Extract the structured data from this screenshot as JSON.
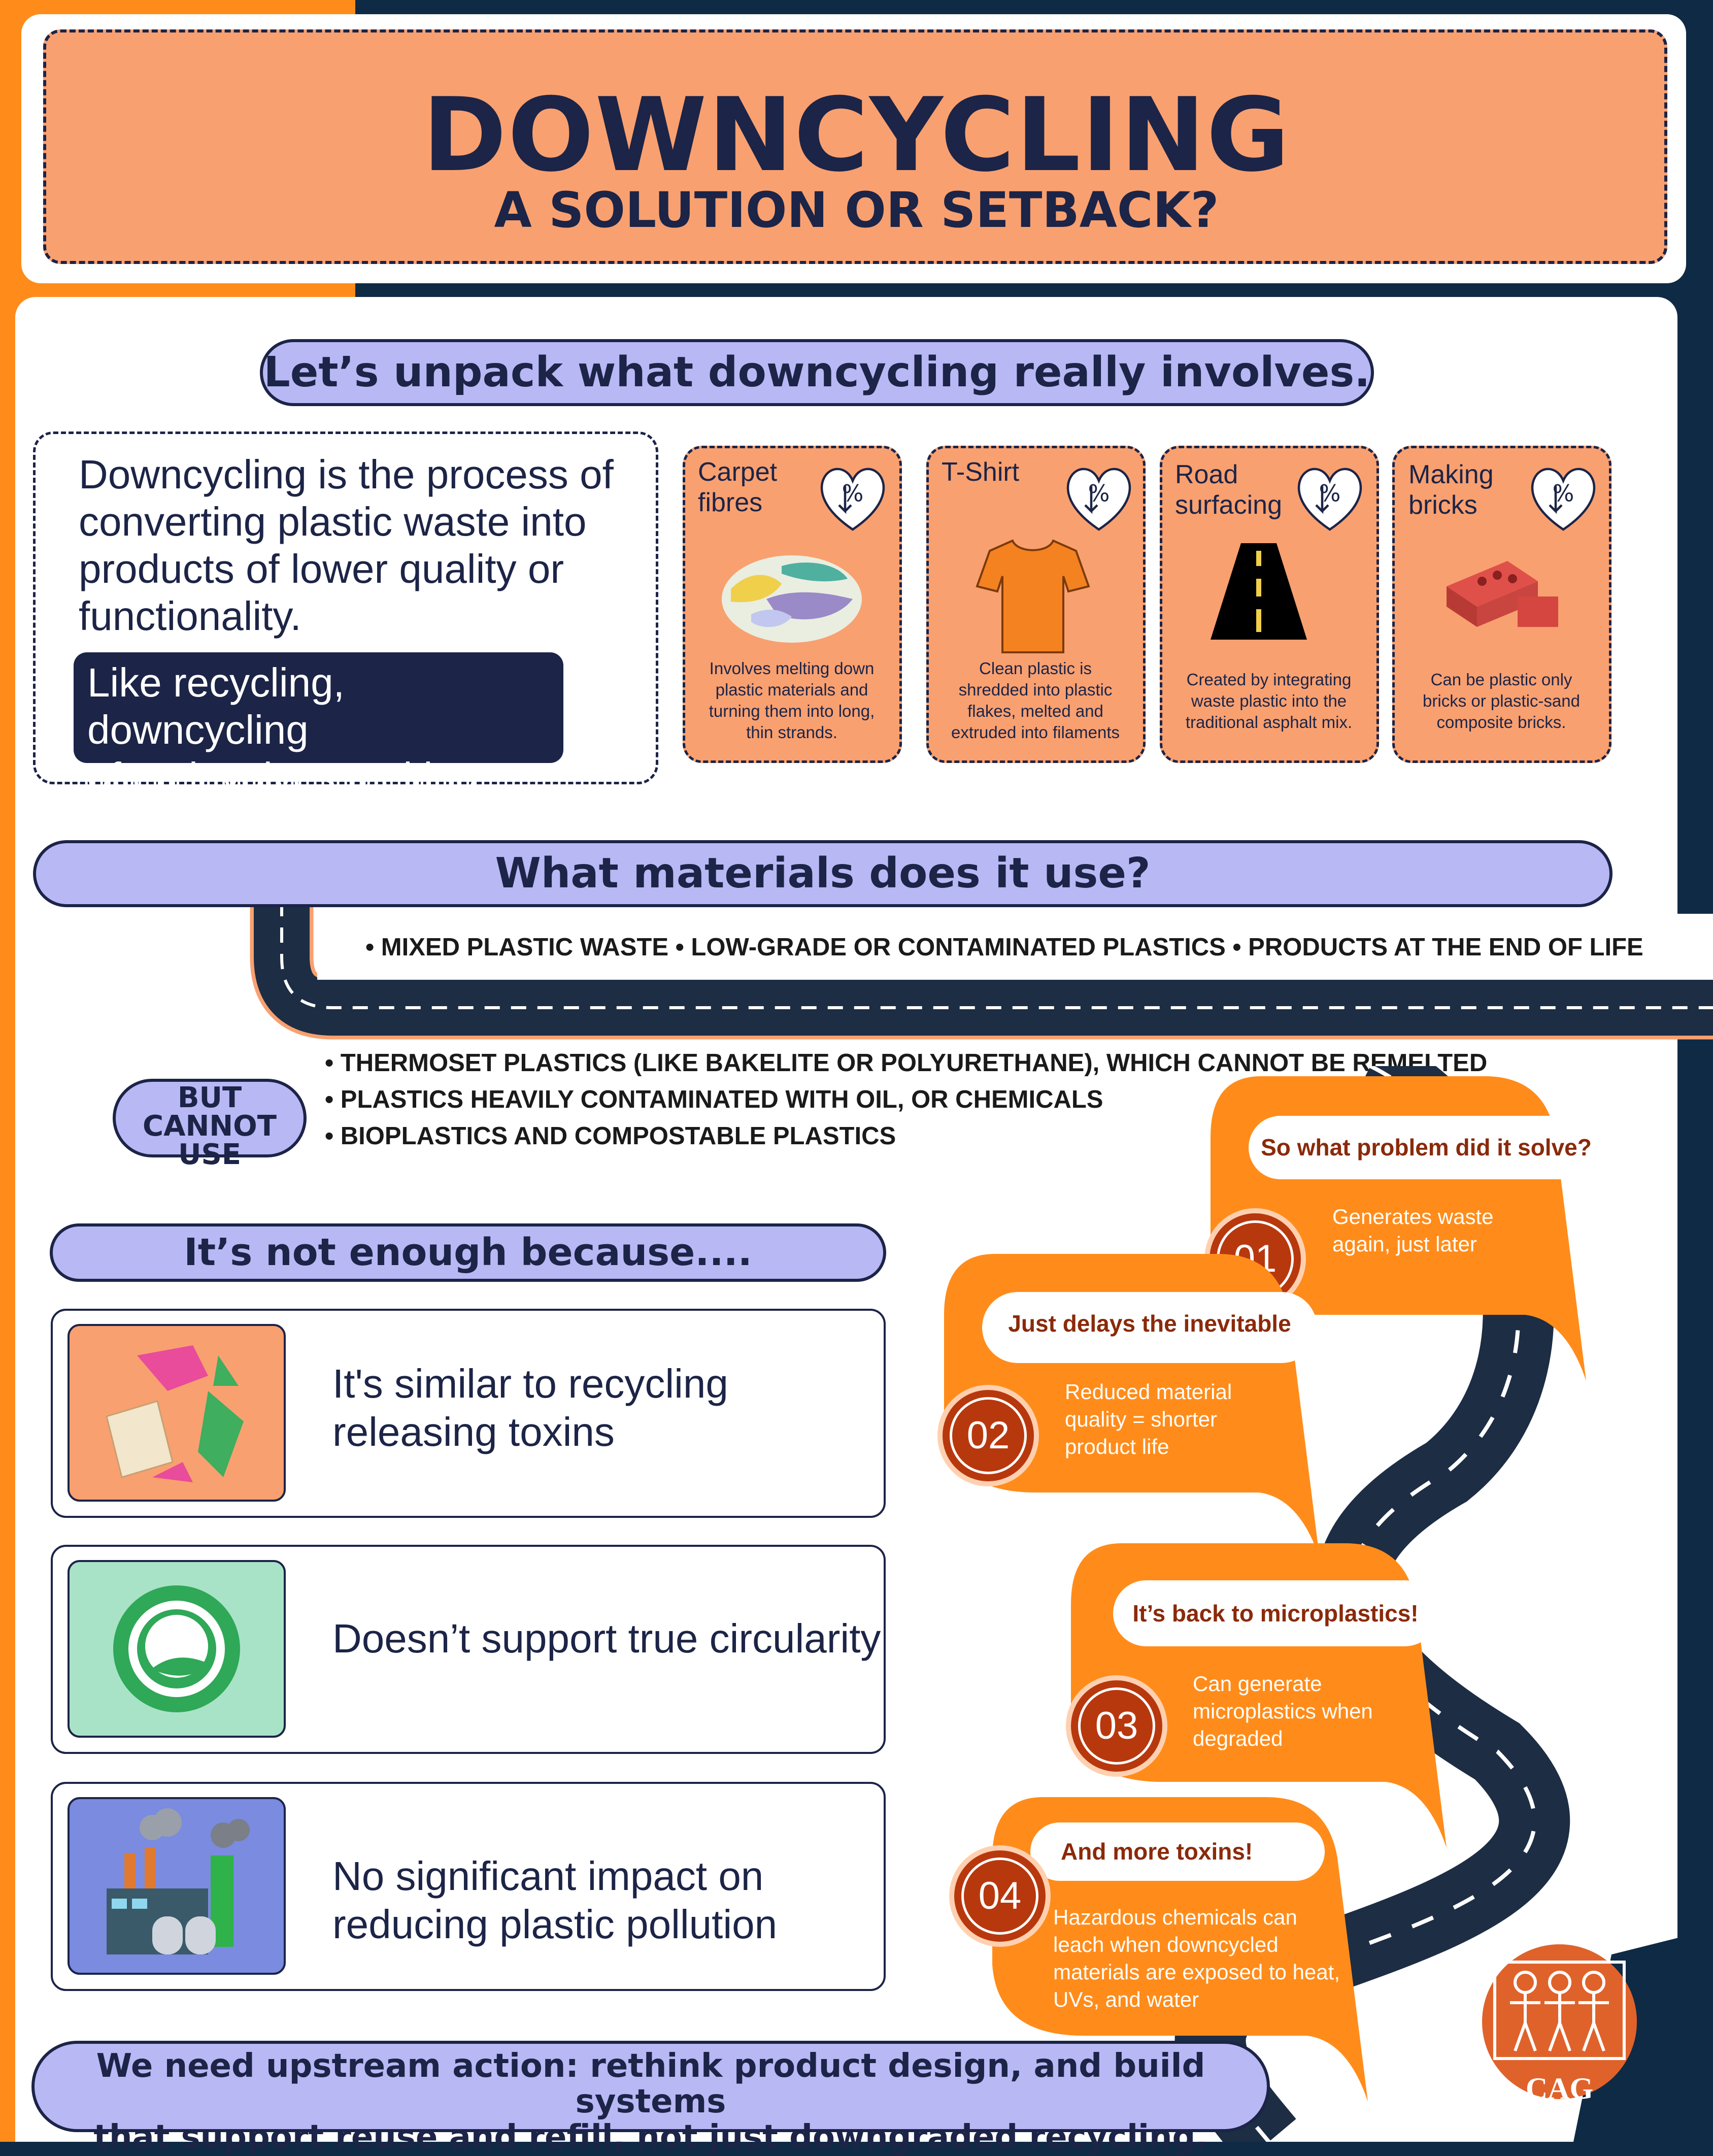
{
  "header": {
    "title": "DOWNCYCLING",
    "subtitle": "A SOLUTION OR SETBACK?"
  },
  "unpack": {
    "heading": "Let’s unpack what downcycling really involves.",
    "definition": "Downcycling is the process of converting plastic waste into products of lower quality or functionality.",
    "highlight_line1": "Like recycling, downcycling",
    "highlight_line2": "often involves melting.",
    "examples": [
      {
        "title_line1": "Carpet",
        "title_line2": "fibres",
        "icon": "carpet-fibre-icon",
        "desc": [
          "Involves melting down",
          "plastic materials and",
          "turning them into long,",
          "thin strands."
        ]
      },
      {
        "title_line1": "T-Shirt",
        "title_line2": "",
        "icon": "t-shirt-icon",
        "desc": [
          "Clean plastic is",
          "shredded into plastic",
          "flakes, melted and",
          "extruded into filaments"
        ]
      },
      {
        "title_line1": "Road",
        "title_line2": "surfacing",
        "icon": "road-icon",
        "desc": [
          "Created by integrating",
          "waste plastic into the",
          "traditional asphalt mix."
        ]
      },
      {
        "title_line1": "Making",
        "title_line2": "bricks",
        "icon": "bricks-icon",
        "desc": [
          "Can be plastic only",
          "bricks or plastic-sand",
          "composite bricks."
        ]
      }
    ]
  },
  "materials": {
    "heading": "What materials does it use?",
    "uses": "•  MIXED PLASTIC WASTE • LOW-GRADE OR CONTAMINATED PLASTICS • PRODUCTS AT THE END OF LIFE",
    "but_line1": "BUT",
    "but_line2": "CANNOT USE",
    "cannot": [
      "•  THERMOSET PLASTICS (LIKE BAKELITE OR POLYURETHANE), WHICH CANNOT BE REMELTED",
      "•  PLASTICS HEAVILY CONTAMINATED WITH OIL, OR CHEMICALS",
      "•  BIOPLASTICS AND COMPOSTABLE PLASTICS"
    ]
  },
  "reasons": {
    "heading": "It’s not enough because....",
    "items": [
      {
        "line1": "It's similar to recycling",
        "line2": "releasing toxins",
        "icon": "recycle-icon"
      },
      {
        "line1": "Doesn’t support true circularity",
        "line2": "",
        "icon": "circularity-icon"
      },
      {
        "line1": "No significant impact on",
        "line2": "reducing plastic pollution",
        "icon": "factory-icon"
      }
    ]
  },
  "steps": [
    {
      "num": "01",
      "question": "So what problem did it solve?",
      "text": [
        "Generates waste",
        "again, just later"
      ]
    },
    {
      "num": "02",
      "question": "Just delays the inevitable",
      "text": [
        "Reduced material",
        "quality = shorter",
        "product life"
      ]
    },
    {
      "num": "03",
      "question": "It’s back to microplastics!",
      "text": [
        "Can generate",
        "microplastics when",
        "degraded"
      ]
    },
    {
      "num": "04",
      "question": "And more toxins!",
      "text": [
        "Hazardous chemicals can",
        "leach when downcycled",
        "materials are exposed to heat,",
        "UVs, and water"
      ]
    }
  ],
  "footer": {
    "line1": "We need upstream action: rethink product design, and build systems",
    "line2": "that support reuse and refill, not just downgraded recycling.",
    "logo_text": "CAG"
  },
  "colors": {
    "navy": "#1c2447",
    "orange": "#ff8c1a",
    "salmon": "#f9a070",
    "lavender": "#b8b8f5"
  }
}
